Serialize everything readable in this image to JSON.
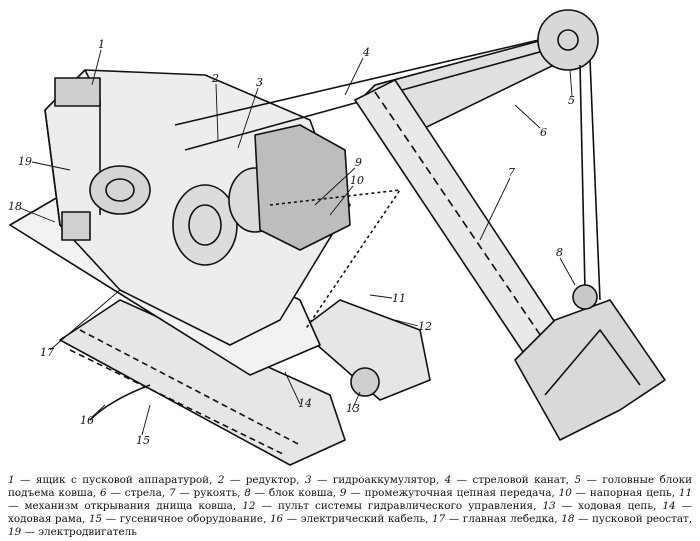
{
  "callouts": [
    "1",
    "2",
    "3",
    "4",
    "5",
    "6",
    "7",
    "8",
    "9",
    "10",
    "11",
    "12",
    "13",
    "14",
    "15",
    "16",
    "17",
    "18",
    "19"
  ],
  "legend": {
    "items": [
      {
        "n": "1",
        "text": "ящик с пусковой аппаратурой"
      },
      {
        "n": "2",
        "text": "редуктор"
      },
      {
        "n": "3",
        "text": "гидроаккумулятор"
      },
      {
        "n": "4",
        "text": "стреловой канат"
      },
      {
        "n": "5",
        "text": "головные блоки подъема ковша"
      },
      {
        "n": "6",
        "text": "стрела"
      },
      {
        "n": "7",
        "text": "рукоять"
      },
      {
        "n": "8",
        "text": "блок ковша"
      },
      {
        "n": "9",
        "text": "промежуточная цепная передача"
      },
      {
        "n": "10",
        "text": "напорная цепь"
      },
      {
        "n": "11",
        "text": "механизм открывания днища ковша"
      },
      {
        "n": "12",
        "text": "пульт системы гидравлического управления"
      },
      {
        "n": "13",
        "text": "ходовая цепь"
      },
      {
        "n": "14",
        "text": "ходовая рама"
      },
      {
        "n": "15",
        "text": "гусеничное оборудование"
      },
      {
        "n": "16",
        "text": "электрический кабель"
      },
      {
        "n": "17",
        "text": "главная лебедка"
      },
      {
        "n": "18",
        "text": "пусковой реостат"
      },
      {
        "n": "19",
        "text": "электродвигатель"
      }
    ]
  }
}
